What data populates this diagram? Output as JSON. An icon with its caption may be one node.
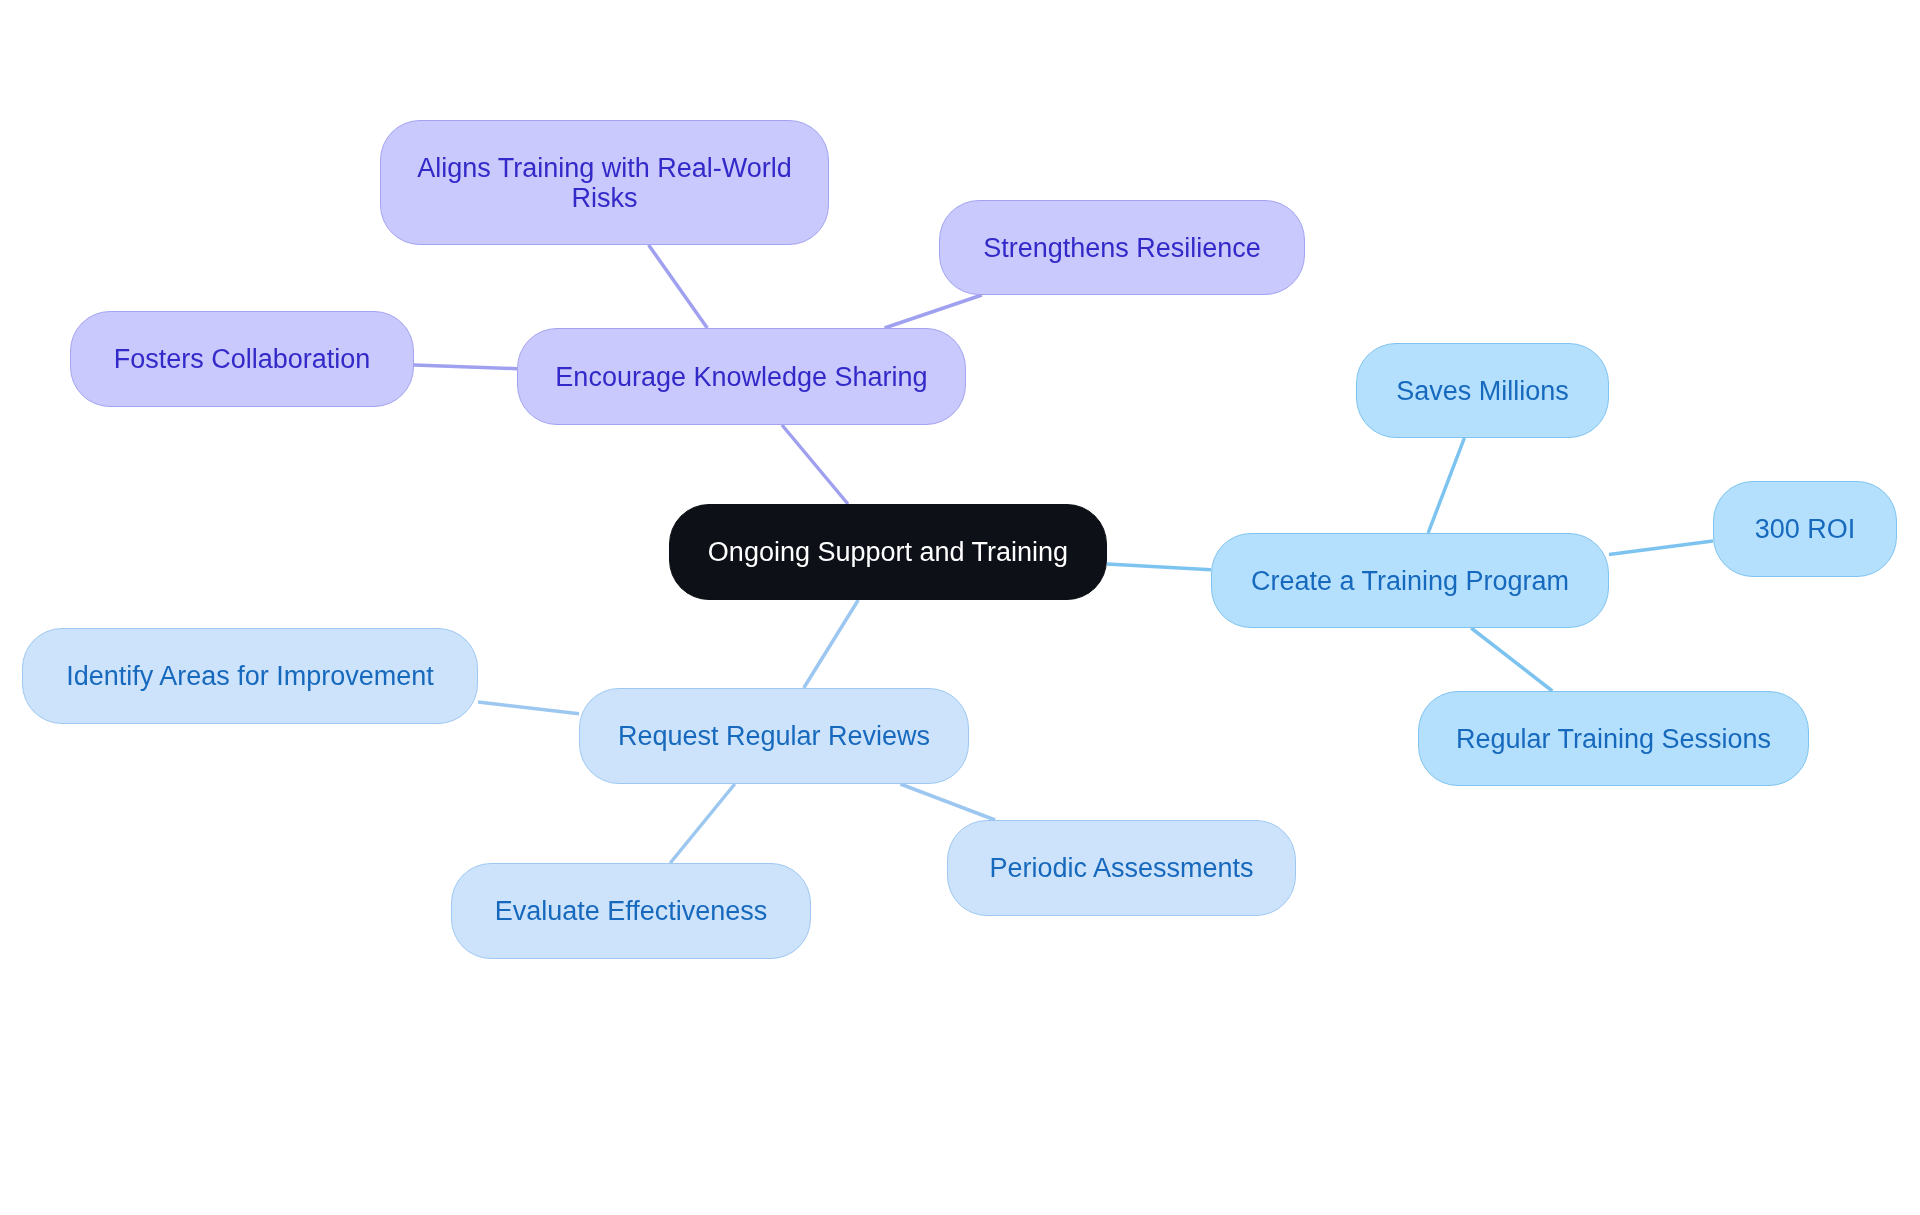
{
  "diagram": {
    "nodes": [
      {
        "text": [
          "Ongoing Support and Training"
        ]
      },
      {
        "text": [
          "Encourage Knowledge Sharing"
        ]
      },
      {
        "text": [
          "Aligns Training with Real-World Risks"
        ]
      },
      {
        "text": [
          "Strengthens Resilience"
        ]
      },
      {
        "text": [
          "Fosters Collaboration"
        ]
      },
      {
        "text": [
          "Create a Training Program"
        ]
      },
      {
        "text": [
          "Saves Millions"
        ]
      },
      {
        "text": [
          "300 ROI"
        ]
      },
      {
        "text": [
          "Regular Training Sessions"
        ]
      },
      {
        "text": [
          "Request Regular Reviews"
        ]
      },
      {
        "text": [
          "Identify Areas for Improvement"
        ]
      },
      {
        "text": [
          "Evaluate Effectiveness"
        ]
      },
      {
        "text": [
          "Periodic Assessments"
        ]
      }
    ],
    "edges": [
      {
        "from": 0,
        "to": 1,
        "arrow": "none",
        "color": "#a0a0f0"
      },
      {
        "from": 1,
        "to": 2,
        "arrow": "none",
        "color": "#a0a0f0"
      },
      {
        "from": 1,
        "to": 3,
        "arrow": "none",
        "color": "#a0a0f0"
      },
      {
        "from": 1,
        "to": 4,
        "arrow": "none",
        "color": "#a0a0f0"
      },
      {
        "from": 0,
        "to": 5,
        "arrow": "none",
        "color": "#7cc3f0"
      },
      {
        "from": 5,
        "to": 6,
        "arrow": "none",
        "color": "#7cc3f0"
      },
      {
        "from": 5,
        "to": 7,
        "arrow": "none",
        "color": "#7cc3f0"
      },
      {
        "from": 5,
        "to": 8,
        "arrow": "none",
        "color": "#7cc3f0"
      },
      {
        "from": 0,
        "to": 9,
        "arrow": "none",
        "color": "#9cc7f0"
      },
      {
        "from": 9,
        "to": 10,
        "arrow": "none",
        "color": "#9cc7f0"
      },
      {
        "from": 9,
        "to": 11,
        "arrow": "none",
        "color": "#9cc7f0"
      },
      {
        "from": 9,
        "to": 12,
        "arrow": "none",
        "color": "#9cc7f0"
      }
    ]
  }
}
